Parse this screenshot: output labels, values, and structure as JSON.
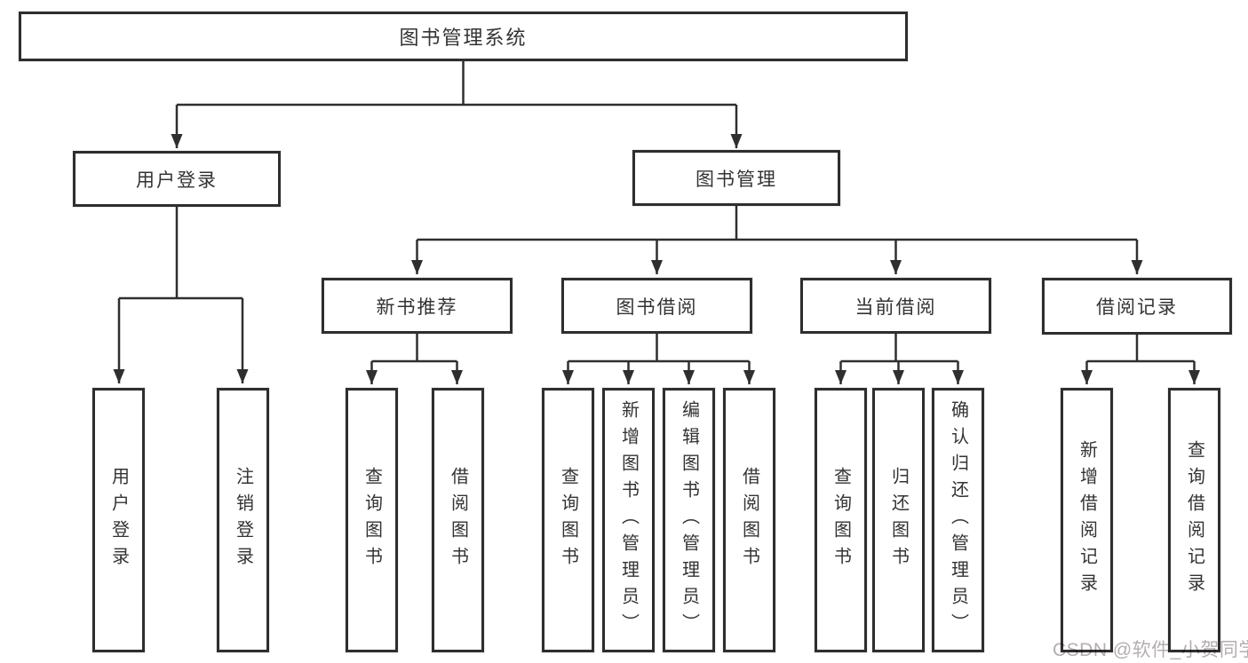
{
  "diagram": {
    "type": "hierarchy-tree",
    "root": {
      "label": "图书管理系统"
    },
    "branches": [
      {
        "label": "用户登录",
        "children": [
          {
            "label": "用户登录"
          },
          {
            "label": "注销登录"
          }
        ]
      },
      {
        "label": "图书管理",
        "children": [
          {
            "label": "新书推荐",
            "children": [
              {
                "label": "查询图书"
              },
              {
                "label": "借阅图书"
              }
            ]
          },
          {
            "label": "图书借阅",
            "children": [
              {
                "label": "查询图书"
              },
              {
                "label": "新增图书（管理员）"
              },
              {
                "label": "编辑图书（管理员）"
              },
              {
                "label": "借阅图书"
              }
            ]
          },
          {
            "label": "当前借阅",
            "children": [
              {
                "label": "查询图书"
              },
              {
                "label": "归还图书"
              },
              {
                "label": "确认归还（管理员）"
              }
            ]
          },
          {
            "label": "借阅记录",
            "children": [
              {
                "label": "新增借阅记录"
              },
              {
                "label": "查询借阅记录"
              }
            ]
          }
        ]
      }
    ],
    "colors": {
      "line": "#2f2f2f",
      "box_border": "#2e2e2e",
      "text": "#333333",
      "watermark": "#b5aeae",
      "bg": "#ffffff"
    }
  },
  "watermark": {
    "text": "CSDN @软件_小贺同学"
  }
}
